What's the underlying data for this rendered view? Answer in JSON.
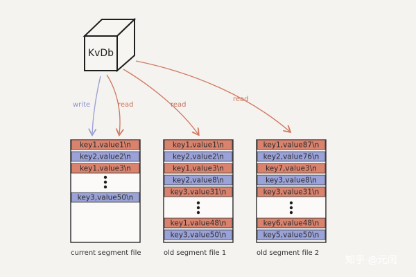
{
  "db_label": "KvDb",
  "arrows": {
    "write_label": "write",
    "read_label_1": "read",
    "read_label_2": "read",
    "read_label_3": "read"
  },
  "files": [
    {
      "caption": "current segment file",
      "top": [
        {
          "text": "key1,value1\\n",
          "color": "red"
        },
        {
          "text": "key2,value2\\n",
          "color": "blue"
        },
        {
          "text": "key1,value3\\n",
          "color": "red"
        }
      ],
      "bottom": [
        {
          "text": "key3,value50\\n",
          "color": "blue"
        }
      ]
    },
    {
      "caption": "old segment file 1",
      "top": [
        {
          "text": "key1,value1\\n",
          "color": "red"
        },
        {
          "text": "key2,value2\\n",
          "color": "blue"
        },
        {
          "text": "key1,value3\\n",
          "color": "red"
        },
        {
          "text": "key2,value8\\n",
          "color": "blue"
        },
        {
          "text": "key3,value31\\n",
          "color": "red"
        }
      ],
      "bottom": [
        {
          "text": "key1,value48\\n",
          "color": "red"
        },
        {
          "text": "key3,value50\\n",
          "color": "blue"
        }
      ]
    },
    {
      "caption": "old segment file 2",
      "top": [
        {
          "text": "key1,value87\\n",
          "color": "red"
        },
        {
          "text": "key2,value76\\n",
          "color": "blue"
        },
        {
          "text": "key7,value3\\n",
          "color": "red"
        },
        {
          "text": "key3,value8\\n",
          "color": "blue"
        },
        {
          "text": "key3,value31\\n",
          "color": "red"
        }
      ],
      "bottom": [
        {
          "text": "key6,value48\\n",
          "color": "red"
        },
        {
          "text": "key5,value50\\n",
          "color": "blue"
        }
      ]
    }
  ],
  "watermark": "知乎 @元闰",
  "colors": {
    "red": "#d9826d",
    "blue": "#9aa2d8",
    "write_arrow": "#9aa0d4",
    "read_arrow": "#d27a62"
  }
}
